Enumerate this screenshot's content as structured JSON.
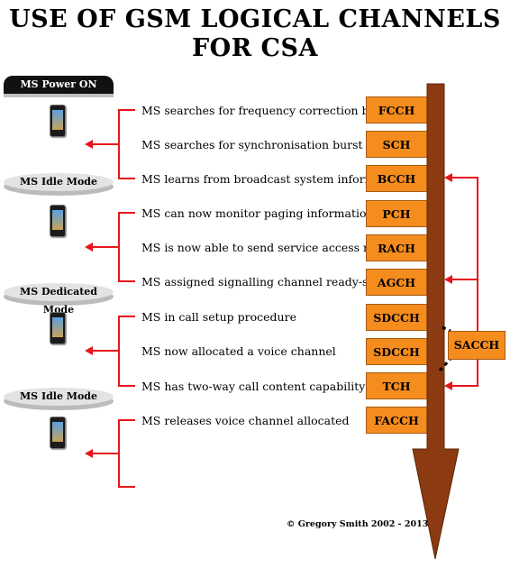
{
  "title": {
    "line1": "USE OF GSM LOGICAL CHANNELS",
    "line2": "FOR CSA"
  },
  "states": {
    "power_on": "MS Power ON",
    "idle_1": "MS Idle Mode",
    "dedicated": "MS Dedicated Mode",
    "idle_2": "MS Idle Mode"
  },
  "steps": [
    {
      "text": "MS searches for frequency correction burst",
      "channel": "FCCH"
    },
    {
      "text": "MS searches for synchronisation burst",
      "channel": "SCH"
    },
    {
      "text": "MS learns from broadcast system information",
      "channel": "BCCH"
    },
    {
      "text": "MS can now monitor paging information",
      "channel": "PCH"
    },
    {
      "text": "MS is now able to send service access request",
      "channel": "RACH"
    },
    {
      "text": "MS assigned signalling channel ready-state",
      "channel": "AGCH"
    },
    {
      "text": "MS in call setup procedure",
      "channel": "SDCCH"
    },
    {
      "text": "MS now allocated a voice channel",
      "channel": "SDCCH"
    },
    {
      "text": "MS has two-way call content capability",
      "channel": "TCH"
    },
    {
      "text": "MS releases voice channel allocated",
      "channel": "FACCH"
    }
  ],
  "sacch": "SACCH",
  "copyright": "© Gregory Smith 2002 - 2013",
  "colors": {
    "channel_box": "#f58c1e",
    "arrow": "#8b3a12",
    "connector": "#e8151c"
  }
}
